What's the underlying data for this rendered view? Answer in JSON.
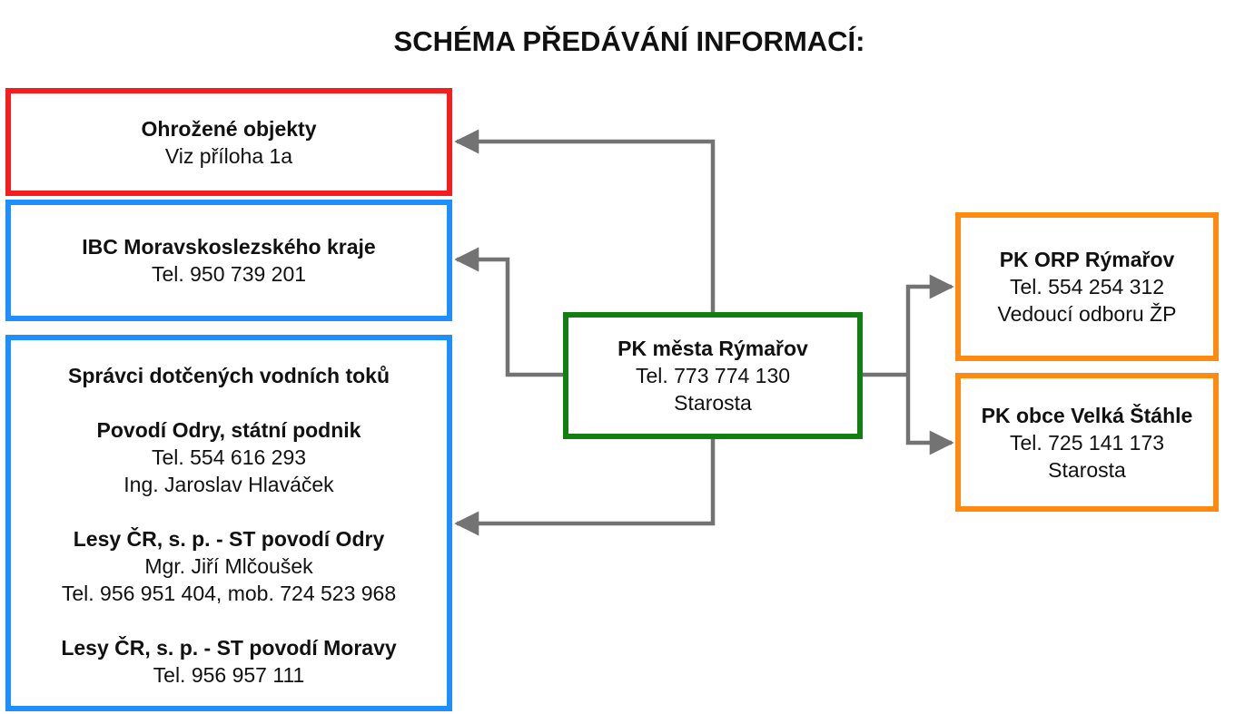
{
  "title": "SCHÉMA PŘEDÁVÁNÍ INFORMACÍ:",
  "colors": {
    "threatened_border": "#f51d1d",
    "recipients_border": "#1e8fff",
    "center_border": "#118011",
    "local_border": "#ff8a10",
    "connector": "#737373"
  },
  "nodes": {
    "threatened": {
      "name": "Ohrožené objekty",
      "note": "Viz příloha 1a"
    },
    "ibc": {
      "name": "IBC Moravskoslezského kraje",
      "phone": "Tel. 950 739 201"
    },
    "managers": {
      "heading": "Správci dotčených vodních toků",
      "groups": [
        {
          "name": "Povodí Odry, státní podnik",
          "lines": [
            "Tel. 554 616 293",
            "Ing. Jaroslav Hlaváček"
          ]
        },
        {
          "name": "Lesy ČR, s. p. - ST povodí Odry",
          "lines": [
            "Mgr. Jiří Mlčoušek",
            "Tel. 956 951 404, mob. 724 523 968"
          ]
        },
        {
          "name": "Lesy ČR, s. p. - ST povodí Moravy",
          "lines": [
            "Tel. 956 957 111"
          ]
        }
      ]
    },
    "center": {
      "name": "PK města Rýmařov",
      "phone": "Tel. 773 774 130",
      "role": "Starosta"
    },
    "orp": {
      "name": "PK ORP Rýmařov",
      "phone": "Tel. 554 254 312",
      "role": "Vedoucí odboru ŽP"
    },
    "stahle": {
      "name": "PK obce Velká Štáhle",
      "phone": "Tel. 725 141 173",
      "role": "Starosta"
    }
  }
}
